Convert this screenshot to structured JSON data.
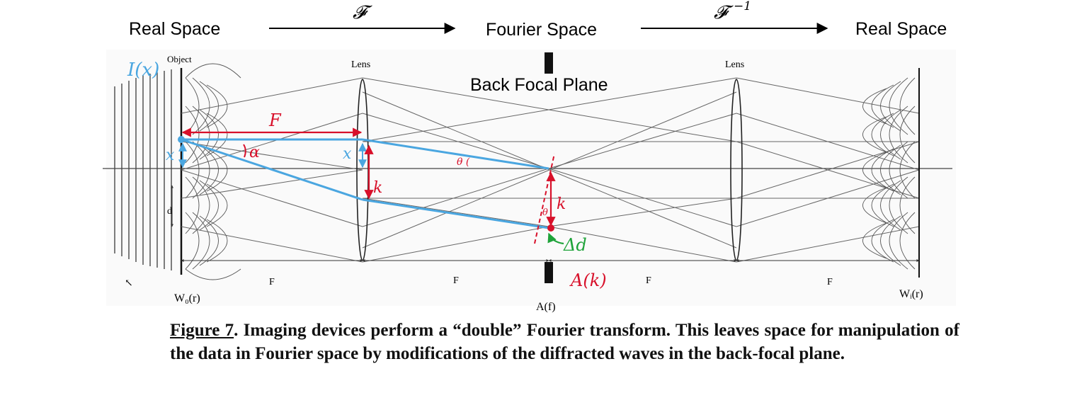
{
  "header": {
    "left": "Real Space",
    "transform": "𝓕",
    "middle": "Fourier Space",
    "inverse_transform": "𝓕",
    "inverse_exponent": "−1",
    "right": "Real Space"
  },
  "diagram": {
    "object_label": "Object",
    "lens_left_label": "Lens",
    "lens_right_label": "Lens",
    "back_focal_plane": "Back Focal Plane",
    "intensity": "I(x)",
    "focal_F": "F",
    "alpha": "α",
    "x_left": "x",
    "x_lens": "x",
    "k_lens": "k",
    "k_bfp": "k",
    "theta_upper": "θ (",
    "theta_lower": "θ",
    "delta_d": "Δd",
    "amplitude": "A(k)",
    "d_label": "d",
    "r_label": "↖",
    "F_segment_1": "F",
    "F_segment_2": "F",
    "F_segment_3": "F",
    "F_segment_4": "F",
    "w0": "W₀(r)",
    "af": "A(f)",
    "wi": "Wᵢ(r)"
  },
  "colors": {
    "blue": "#4aa6e0",
    "red": "#d8102a",
    "green": "#1fa33a",
    "ink": "#2a2a2a"
  },
  "caption": {
    "figure": "Figure 7",
    "text": ". Imaging devices perform a “double” Fourier transform.  This leaves space for manipulation of the data in Fourier space by modifications of the diffracted waves in the back-focal plane."
  }
}
